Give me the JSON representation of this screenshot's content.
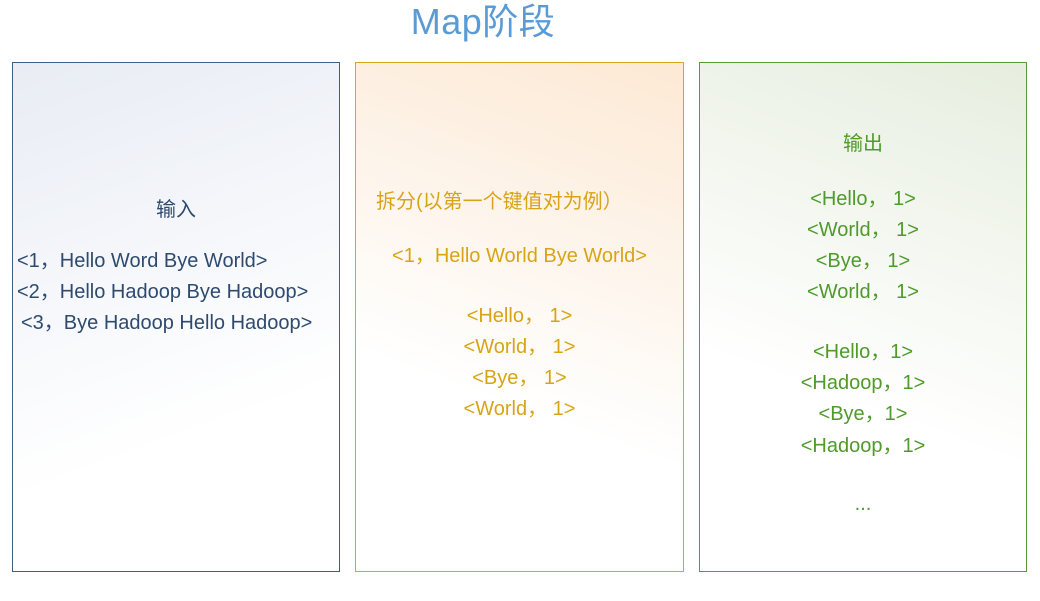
{
  "title": "Map阶段",
  "input": {
    "heading": "输入",
    "lines": [
      "<1，Hello Word Bye World>",
      "<2，Hello Hadoop Bye Hadoop>",
      "<3，Bye Hadoop Hello Hadoop>"
    ]
  },
  "split": {
    "heading": "拆分(以第一个键值对为例）",
    "source": "<1，Hello World Bye World>",
    "pairs": [
      "<Hello， 1>",
      "<World， 1>",
      "<Bye， 1>",
      "<World， 1>"
    ]
  },
  "output": {
    "heading": "输出",
    "group1": [
      "<Hello， 1>",
      "<World， 1>",
      "<Bye， 1>",
      "<World， 1>"
    ],
    "group2": [
      "<Hello，1>",
      "<Hadoop，1>",
      "<Bye，1>",
      "<Hadoop，1>"
    ],
    "ellipsis": "..."
  }
}
